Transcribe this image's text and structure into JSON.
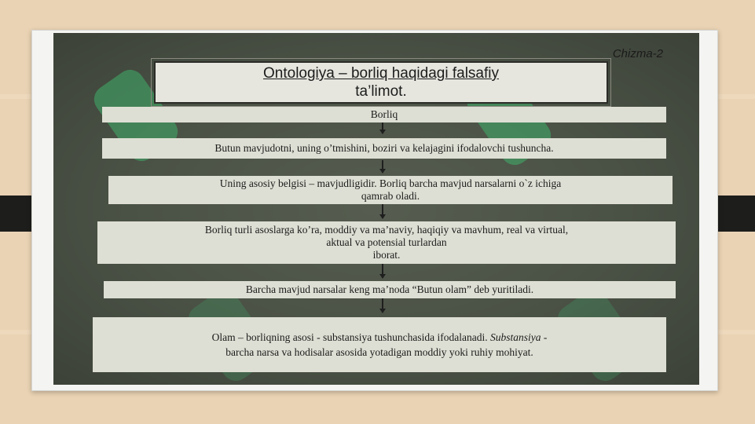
{
  "diagram": {
    "label": "Chizma-2",
    "title_line1": "Ontologiya – borliq haqidagi falsafiy",
    "title_line2": "ta’limot.",
    "nodes": {
      "n1": "Borliq",
      "n2": "Butun  mavjudotni,  uning  o’tmishini, bozirі   va  kelajagini  ifodalovchi  tushuncha.",
      "n3_l1": "Uning asosiy belgisi – mavjudligidir. Borliq barcha mavjud narsalarni o`z ichiga",
      "n3_l2": "qamrab oladi.",
      "n4_l1": "Borliq turli asoslarga ko’ra, moddiy va ma’naviy, haqiqiy va mavhum, real va virtual,",
      "n4_l2": "aktual va potensial turlardan",
      "n4_l3": "iborat.",
      "n5": "Barcha  mavjud  narsalar  keng  ma’noda “Butun  olam” deb  yuritiladi.",
      "n6_l1a": "Olam – borliqning asosi - substansiya  tushunchasida  ifodalanadi. ",
      "n6_l1b": "Substansiya -",
      "n6_l2": "barcha narsa  va  hodisalar  asosida  yotadigan  moddiy  yoki ruhiy  mohiyat."
    }
  },
  "colors": {
    "page_bg": "#ead3b4",
    "slide_bg": "#4a5145",
    "box_fill": "#dedfd4",
    "watermark": "#3fae6a"
  }
}
